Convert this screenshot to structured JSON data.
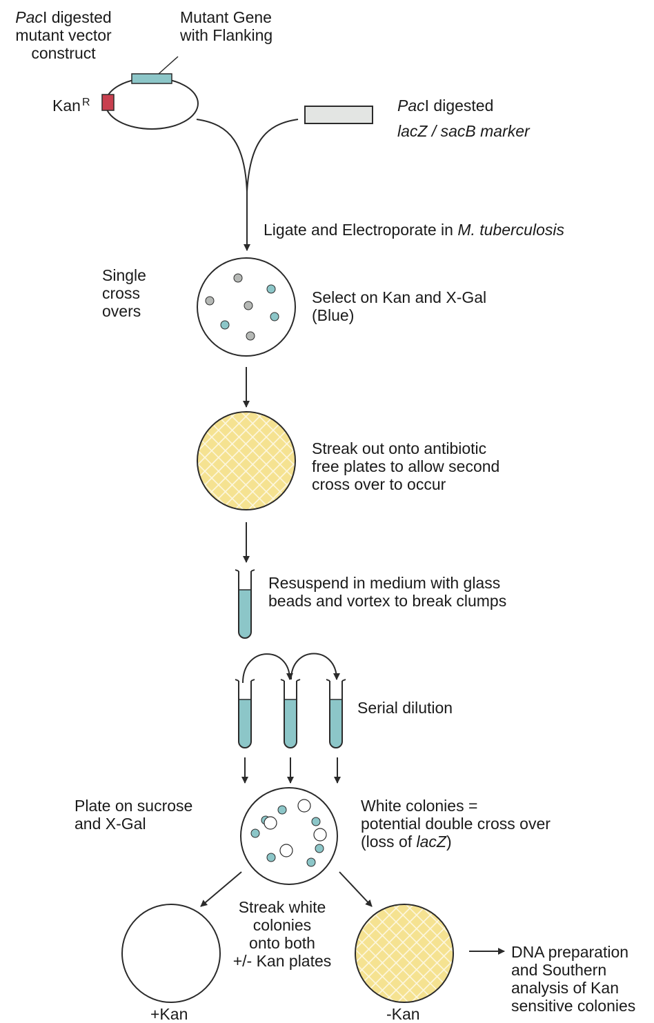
{
  "colors": {
    "teal": "#8cc6c8",
    "red": "#c8404f",
    "grey_box": "#e3e5e3",
    "yellow": "#f5e291",
    "line": "#2a2a2a",
    "colony_grey": "#b5b8b5"
  },
  "labels": {
    "vector": {
      "l1_i": "Pac",
      "l1_r": "I digested",
      "l2": "mutant vector",
      "l3": "construct"
    },
    "gene": {
      "l1": "Mutant Gene",
      "l2": "with Flanking"
    },
    "kan": {
      "base": "Kan",
      "sup": "R"
    },
    "marker": {
      "l1_i": "Pac",
      "l1_r": "I  digested",
      "l2": "lacZ / sacB marker"
    },
    "ligate": {
      "text": "Ligate and Electroporate in ",
      "species": "M. tuberculosis"
    },
    "single": {
      "l1": "Single",
      "l2": "cross",
      "l3": "overs"
    },
    "select": {
      "l1": "Select on Kan and X-Gal",
      "l2": "(Blue)"
    },
    "streak": {
      "l1": "Streak out onto antibiotic",
      "l2": "free plates to allow second",
      "l3": "cross over to occur"
    },
    "resuspend": {
      "l1": "Resuspend in medium with glass",
      "l2": "beads and vortex to break clumps"
    },
    "serial": "Serial dilution",
    "plate": {
      "l1": "Plate on sucrose",
      "l2": "and X-Gal"
    },
    "white": {
      "l1": "White colonies =",
      "l2": "potential double cross over",
      "l3_a": "(loss of ",
      "l3_i": "lacZ",
      "l3_b": ")"
    },
    "streak_white": {
      "l1": "Streak white",
      "l2": "colonies",
      "l3": "onto both",
      "l4": "+/- Kan plates"
    },
    "plus_kan": "+Kan",
    "minus_kan": "-Kan",
    "dna": {
      "l1": "DNA preparation",
      "l2": "and Southern",
      "l3": "analysis of Kan",
      "l4": "sensitive colonies"
    }
  }
}
